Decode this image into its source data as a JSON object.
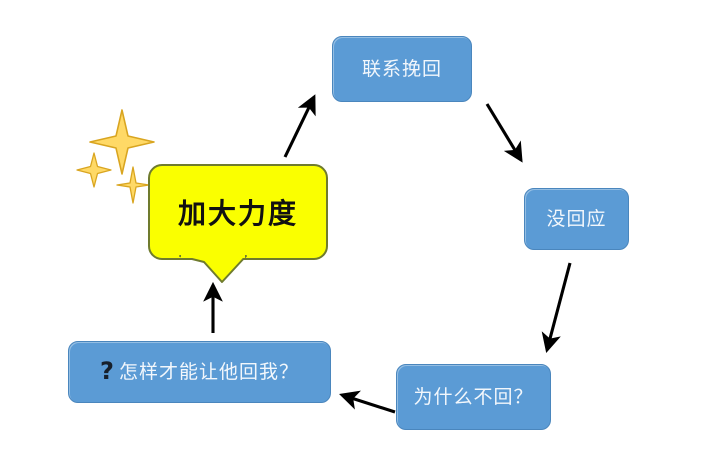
{
  "diagram": {
    "title_text": "加大力度",
    "type": "cycle-flowchart",
    "background_color": "#FFFFFF",
    "node_fill_color": "#5B9BD5",
    "node_text_color": "#F2F7FC",
    "callout_fill_color": "#FAFF00",
    "callout_border_color": "#6F7B2E",
    "callout_text_color": "#111111",
    "arrow_color": "#000000",
    "sparkle_color": "#FFD966",
    "sparkle_outline_color": "#D4A82B"
  },
  "nodes": [
    {
      "id": "contact",
      "label": "联系挽回",
      "shape": "rounded-rect",
      "fill": "#5B9BD5"
    },
    {
      "id": "noreply",
      "label": "没回应",
      "shape": "rounded-rect",
      "fill": "#5B9BD5"
    },
    {
      "id": "why",
      "label": "为什么不回？",
      "shape": "rounded-rect",
      "fill": "#5B9BD5"
    },
    {
      "id": "how",
      "label": "怎样才能让他回我？",
      "icon": "?",
      "shape": "rounded-rect",
      "fill": "#5B9BD5"
    },
    {
      "id": "escalate",
      "label": "加大力度",
      "shape": "speech-callout",
      "fill": "#FAFF00"
    }
  ],
  "edges": [
    {
      "id": "e1",
      "from": "escalate",
      "to": "contact",
      "direction": "up-right"
    },
    {
      "id": "e2",
      "from": "contact",
      "to": "noreply",
      "direction": "down-right"
    },
    {
      "id": "e3",
      "from": "noreply",
      "to": "why",
      "direction": "down"
    },
    {
      "id": "e4",
      "from": "why",
      "to": "how",
      "direction": "left"
    },
    {
      "id": "e5",
      "from": "how",
      "to": "escalate",
      "direction": "up"
    }
  ],
  "decorations": [
    {
      "id": "sparkle-large",
      "kind": "four-point-star",
      "size": "large"
    },
    {
      "id": "sparkle-small-left",
      "kind": "four-point-star",
      "size": "small"
    },
    {
      "id": "sparkle-small-bottom",
      "kind": "four-point-star",
      "size": "small"
    }
  ]
}
